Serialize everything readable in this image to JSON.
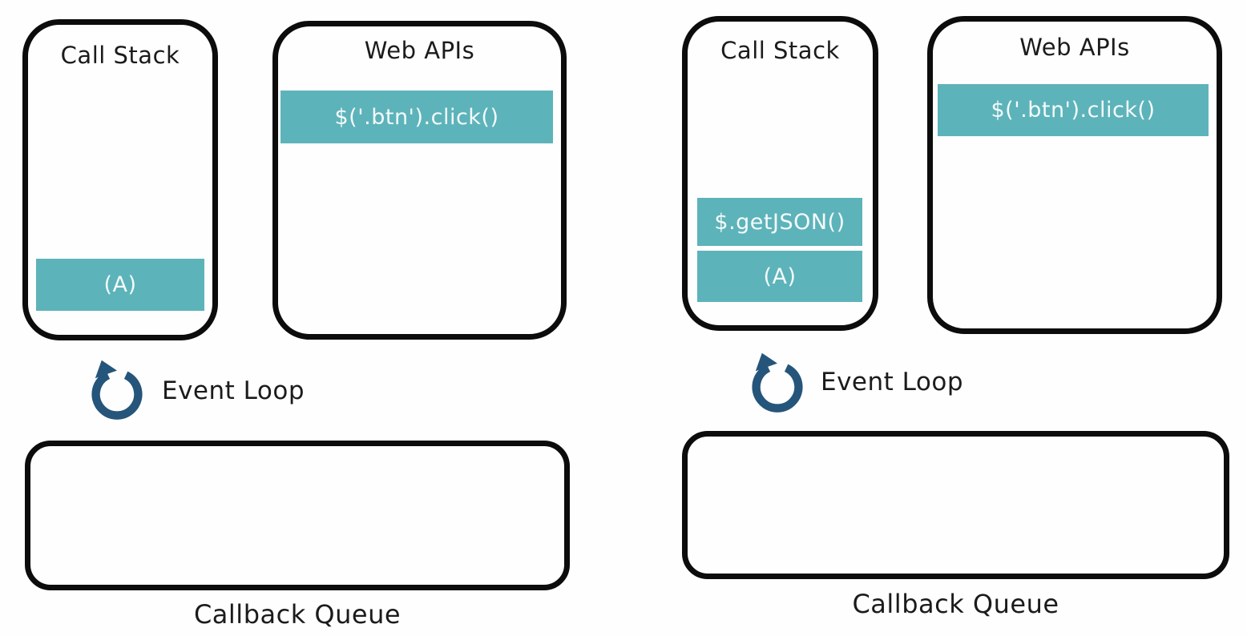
{
  "colors": {
    "teal": "#5db3ba",
    "navy": "#25557a",
    "border": "#0c0c0c",
    "background": "#fefefe"
  },
  "icons": {
    "event_loop": "circular-arrow-icon"
  },
  "panels": [
    {
      "id": "state-before",
      "call_stack": {
        "title": "Call Stack",
        "frames": [
          "(A)"
        ]
      },
      "web_apis": {
        "title": "Web APIs",
        "items": [
          "$('.btn').click()"
        ]
      },
      "event_loop": {
        "label": "Event Loop"
      },
      "callback_queue": {
        "title": "Callback Queue",
        "items": []
      }
    },
    {
      "id": "state-after",
      "call_stack": {
        "title": "Call Stack",
        "frames": [
          "$.getJSON()",
          "(A)"
        ]
      },
      "web_apis": {
        "title": "Web APIs",
        "items": [
          "$('.btn').click()"
        ]
      },
      "event_loop": {
        "label": "Event Loop"
      },
      "callback_queue": {
        "title": "Callback Queue",
        "items": []
      }
    }
  ]
}
